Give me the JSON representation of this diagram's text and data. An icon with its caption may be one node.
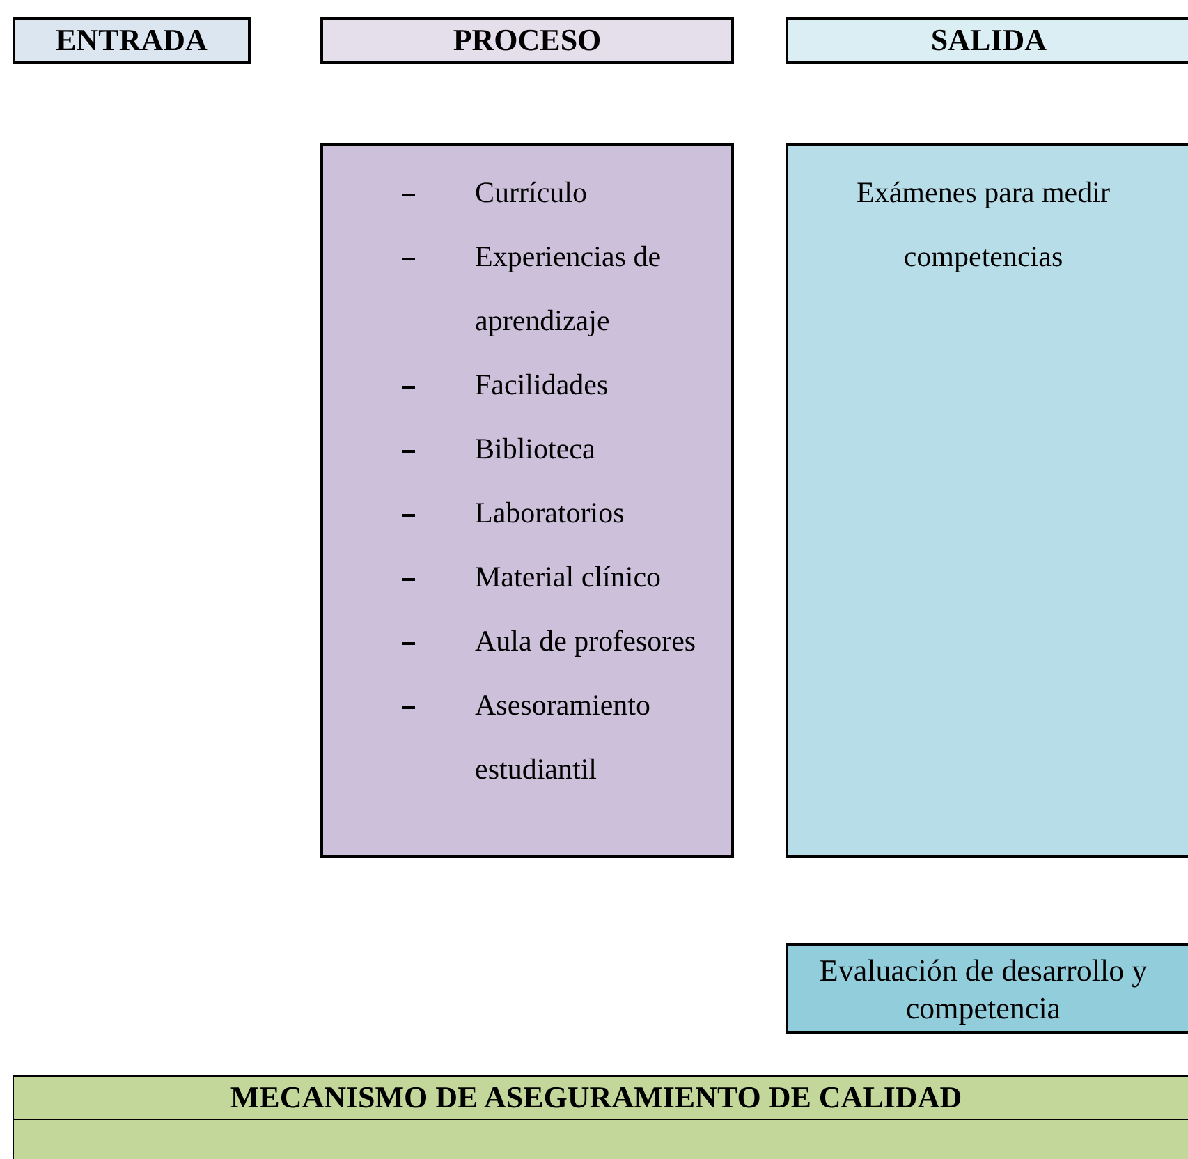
{
  "diagram": {
    "nodes": [
      {
        "text": [
          "ENTRADA"
        ]
      },
      {
        "text": [
          "PROCESO"
        ]
      },
      {
        "text": [
          "SALIDA"
        ]
      },
      {
        "text": [
          "Currículo",
          "Experiencias de aprendizaje",
          "Facilidades",
          "Biblioteca",
          "Laboratorios",
          "Material clínico",
          "Aula de profesores",
          "Asesoramiento estudiantil"
        ]
      },
      {
        "text": [
          "Exámenes para medir competencias"
        ]
      },
      {
        "text": [
          "Evaluación de desarrollo y competencia"
        ]
      },
      {
        "text": [
          "MECANISMO DE ASEGURAMIENTO DE CALIDAD"
        ]
      }
    ],
    "edges": []
  }
}
